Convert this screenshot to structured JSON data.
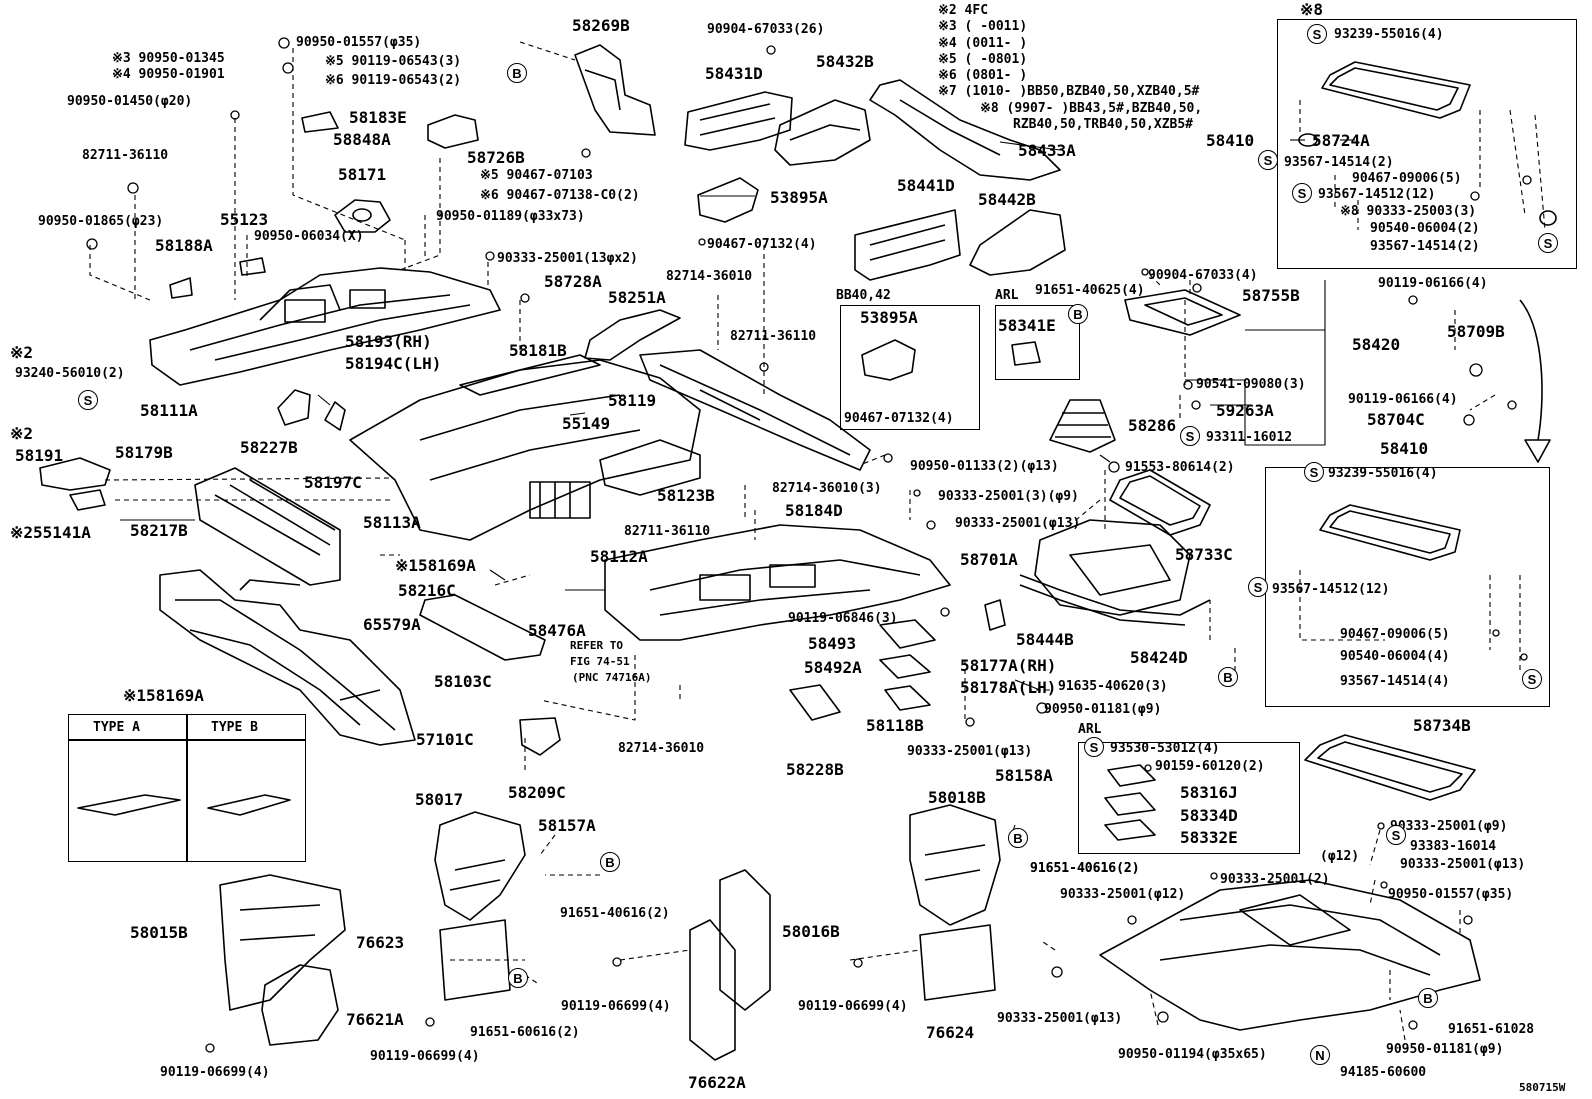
{
  "diagram_code": "580715W",
  "labels": [
    {
      "id": "l_58269B",
      "t": "58269B"
    },
    {
      "id": "l_90904_67033_26",
      "t": "90904-67033(26)"
    },
    {
      "id": "l_58431D",
      "t": "58431D"
    },
    {
      "id": "l_58432B",
      "t": "58432B"
    },
    {
      "id": "l_90950_01557a",
      "t": "90950-01557(φ35)"
    },
    {
      "id": "l_90950_01345",
      "t": "※3 90950-01345"
    },
    {
      "id": "l_90950_01901",
      "t": "※4 90950-01901"
    },
    {
      "id": "l_90119_06543_3",
      "t": "※5 90119-06543(3)"
    },
    {
      "id": "l_90119_06543_2",
      "t": "※6 90119-06543(2)"
    },
    {
      "id": "l_90950_01450",
      "t": "90950-01450(φ20)"
    },
    {
      "id": "l_58183E",
      "t": "58183E"
    },
    {
      "id": "l_58848A",
      "t": "58848A"
    },
    {
      "id": "l_58726B",
      "t": "58726B"
    },
    {
      "id": "l_82711_36110a",
      "t": "82711-36110"
    },
    {
      "id": "l_90467_07103",
      "t": "※5 90467-07103"
    },
    {
      "id": "l_90467_07138",
      "t": "※6 90467-07138-C0(2)"
    },
    {
      "id": "l_58171",
      "t": "58171"
    },
    {
      "id": "l_53895A",
      "t": "53895A"
    },
    {
      "id": "l_90950_01189",
      "t": "90950-01189(φ33x73)"
    },
    {
      "id": "l_90950_01865",
      "t": "90950-01865(φ23)"
    },
    {
      "id": "l_55123",
      "t": "55123"
    },
    {
      "id": "l_58188A",
      "t": "58188A"
    },
    {
      "id": "l_90950_06034",
      "t": "90950-06034(X)"
    },
    {
      "id": "l_90467_07132a",
      "t": "90467-07132(4)"
    },
    {
      "id": "l_90333_25001_13x2",
      "t": "90333-25001(13φx2)"
    },
    {
      "id": "l_58728A",
      "t": "58728A"
    },
    {
      "id": "l_58251A",
      "t": "58251A"
    },
    {
      "id": "l_82714_36010a",
      "t": "82714-36010"
    },
    {
      "id": "l_82711_36110b",
      "t": "82711-36110"
    },
    {
      "id": "l_58193",
      "t": "58193(RH)"
    },
    {
      "id": "l_58194C",
      "t": "58194C(LH)"
    },
    {
      "id": "l_58181B",
      "t": "58181B"
    },
    {
      "id": "l_93240",
      "t": "93240-56010(2)"
    },
    {
      "id": "l_x2a",
      "t": "※2"
    },
    {
      "id": "l_58111A",
      "t": "58111A"
    },
    {
      "id": "l_58119",
      "t": "58119"
    },
    {
      "id": "l_55149",
      "t": "55149"
    },
    {
      "id": "l_58227B",
      "t": "58227B"
    },
    {
      "id": "l_58179B",
      "t": "58179B"
    },
    {
      "id": "l_x2b",
      "t": "※2"
    },
    {
      "id": "l_58191",
      "t": "58191"
    },
    {
      "id": "l_58197C",
      "t": "58197C"
    },
    {
      "id": "l_58123B",
      "t": "58123B"
    },
    {
      "id": "l_90950_01133",
      "t": "90950-01133(2)(φ13)"
    },
    {
      "id": "l_82714_36010_3",
      "t": "82714-36010(3)"
    },
    {
      "id": "l_58184D",
      "t": "58184D"
    },
    {
      "id": "l_90333_25001_3",
      "t": "90333-25001(3)(φ9)"
    },
    {
      "id": "l_255141A",
      "t": "※255141A"
    },
    {
      "id": "l_58217B",
      "t": "58217B"
    },
    {
      "id": "l_58113A",
      "t": "58113A"
    },
    {
      "id": "l_82711_36110c",
      "t": "82711-36110"
    },
    {
      "id": "l_58112A",
      "t": "58112A"
    },
    {
      "id": "l_90333_25001_13a",
      "t": "90333-25001(φ13)"
    },
    {
      "id": "l_158169A",
      "t": "※158169A"
    },
    {
      "id": "l_58216C",
      "t": "58216C"
    },
    {
      "id": "l_58701A",
      "t": "58701A"
    },
    {
      "id": "l_65579A",
      "t": "65579A"
    },
    {
      "id": "l_58476A",
      "t": "58476A"
    },
    {
      "id": "l_90119_06846",
      "t": "90119-06846(3)"
    },
    {
      "id": "l_58444B",
      "t": "58444B"
    },
    {
      "id": "l_58493",
      "t": "58493"
    },
    {
      "id": "l_58177A",
      "t": "58177A(RH)"
    },
    {
      "id": "l_58178A",
      "t": "58178A(LH)"
    },
    {
      "id": "l_58103C",
      "t": "58103C"
    },
    {
      "id": "l_refer1",
      "t": "REFER TO"
    },
    {
      "id": "l_refer2",
      "t": "FIG 74-51"
    },
    {
      "id": "l_refer3",
      "t": "(PNC 74716A)"
    },
    {
      "id": "l_58492A",
      "t": "58492A"
    },
    {
      "id": "l_91635",
      "t": "91635-40620(3)"
    },
    {
      "id": "l_90950_01181a",
      "t": "90950-01181(φ9)"
    },
    {
      "id": "l_58424D",
      "t": "58424D"
    },
    {
      "id": "l_158169A_t",
      "t": "※158169A"
    },
    {
      "id": "l_57101C",
      "t": "57101C"
    },
    {
      "id": "l_58118B",
      "t": "58118B"
    },
    {
      "id": "l_82714_36010b",
      "t": "82714-36010"
    },
    {
      "id": "l_58209C",
      "t": "58209C"
    },
    {
      "id": "l_58228B",
      "t": "58228B"
    },
    {
      "id": "l_90333_25001_13b",
      "t": "90333-25001(φ13)"
    },
    {
      "id": "l_58017",
      "t": "58017"
    },
    {
      "id": "l_58157A",
      "t": "58157A"
    },
    {
      "id": "l_58018B",
      "t": "58018B"
    },
    {
      "id": "l_58158A",
      "t": "58158A"
    },
    {
      "id": "l_58015B",
      "t": "58015B"
    },
    {
      "id": "l_91651_40616a",
      "t": "91651-40616(2)"
    },
    {
      "id": "l_91651_40616b",
      "t": "91651-40616(2)"
    },
    {
      "id": "l_58016B",
      "t": "58016B"
    },
    {
      "id": "l_76623",
      "t": "76623"
    },
    {
      "id": "l_90119_06699a",
      "t": "90119-06699(4)"
    },
    {
      "id": "l_90119_06699b",
      "t": "90119-06699(4)"
    },
    {
      "id": "l_76621A",
      "t": "76621A"
    },
    {
      "id": "l_91651_60616",
      "t": "91651-60616(2)"
    },
    {
      "id": "l_90119_06699c",
      "t": "90119-06699(4)"
    },
    {
      "id": "l_90119_06699d",
      "t": "90119-06699(4)"
    },
    {
      "id": "l_76622A",
      "t": "76622A"
    },
    {
      "id": "l_76624",
      "t": "76624"
    },
    {
      "id": "l_90333_25001_13c",
      "t": "90333-25001(φ13)"
    },
    {
      "id": "l_90950_01194",
      "t": "90950-01194(φ35x65)"
    },
    {
      "id": "l_58441D",
      "t": "58441D"
    },
    {
      "id": "l_58442B",
      "t": "58442B"
    },
    {
      "id": "l_58433A",
      "t": "58433A"
    },
    {
      "id": "l_x2_4fc",
      "t": "※2 4FC"
    },
    {
      "id": "l_x3",
      "t": "※3 (     -0011)"
    },
    {
      "id": "l_x4",
      "t": "※4 (0011-     )"
    },
    {
      "id": "l_x5",
      "t": "※5 (     -0801)"
    },
    {
      "id": "l_x6",
      "t": "※6 (0801-     )"
    },
    {
      "id": "l_x7",
      "t": "※7 (1010-     )BB50,BZB40,50,XZB40,5#"
    },
    {
      "id": "l_x8a",
      "t": "※8 (9907-     )BB43,5#,BZB40,50,"
    },
    {
      "id": "l_x8b",
      "t": "RZB40,50,TRB40,50,XZB5#"
    },
    {
      "id": "l_x8_box",
      "t": "※8"
    },
    {
      "id": "l_93239_55016a",
      "t": "93239-55016(4)"
    },
    {
      "id": "l_58410a",
      "t": "58410"
    },
    {
      "id": "l_58724A",
      "t": "58724A"
    },
    {
      "id": "l_93567_14514a",
      "t": "93567-14514(2)"
    },
    {
      "id": "l_90467_09006a",
      "t": "90467-09006(5)"
    },
    {
      "id": "l_93567_14512a",
      "t": "93567-14512(12)"
    },
    {
      "id": "l_90333_25003",
      "t": "※8 90333-25003(3)"
    },
    {
      "id": "l_90540_06004a",
      "t": "90540-06004(2)"
    },
    {
      "id": "l_93567_14514b",
      "t": "93567-14514(2)"
    },
    {
      "id": "l_bb40",
      "t": "BB40,42"
    },
    {
      "id": "l_53895A_b",
      "t": "53895A"
    },
    {
      "id": "l_90467_07132b",
      "t": "90467-07132(4)"
    },
    {
      "id": "l_arl1",
      "t": "ARL"
    },
    {
      "id": "l_58341E",
      "t": "58341E"
    },
    {
      "id": "l_91651_40625",
      "t": "91651-40625(4)"
    },
    {
      "id": "l_90904_67033_4",
      "t": "90904-67033(4)"
    },
    {
      "id": "l_58755B",
      "t": "58755B"
    },
    {
      "id": "l_90119_06166a",
      "t": "90119-06166(4)"
    },
    {
      "id": "l_58420",
      "t": "58420"
    },
    {
      "id": "l_58709B",
      "t": "58709B"
    },
    {
      "id": "l_90541",
      "t": "90541-09080(3)"
    },
    {
      "id": "l_90119_06166b",
      "t": "90119-06166(4)"
    },
    {
      "id": "l_59263A",
      "t": "59263A"
    },
    {
      "id": "l_58704C",
      "t": "58704C"
    },
    {
      "id": "l_58286",
      "t": "58286"
    },
    {
      "id": "l_93311",
      "t": "93311-16012"
    },
    {
      "id": "l_58410b",
      "t": "58410"
    },
    {
      "id": "l_91553",
      "t": "91553-80614(2)"
    },
    {
      "id": "l_93239_55016b",
      "t": "93239-55016(4)"
    },
    {
      "id": "l_58733C",
      "t": "58733C"
    },
    {
      "id": "l_93567_14512b",
      "t": "93567-14512(12)"
    },
    {
      "id": "l_90467_09006b",
      "t": "90467-09006(5)"
    },
    {
      "id": "l_90540_06004b",
      "t": "90540-06004(4)"
    },
    {
      "id": "l_93567_14514c",
      "t": "93567-14514(4)"
    },
    {
      "id": "l_58734B",
      "t": "58734B"
    },
    {
      "id": "l_arl2",
      "t": "ARL"
    },
    {
      "id": "l_93530",
      "t": "93530-53012(4)"
    },
    {
      "id": "l_90159",
      "t": "90159-60120(2)"
    },
    {
      "id": "l_58316J",
      "t": "58316J"
    },
    {
      "id": "l_58334D",
      "t": "58334D"
    },
    {
      "id": "l_58332E",
      "t": "58332E"
    },
    {
      "id": "l_90333_25001_9",
      "t": "90333-25001(φ9)"
    },
    {
      "id": "l_93383",
      "t": "93383-16014"
    },
    {
      "id": "l_phi12",
      "t": "(φ12)"
    },
    {
      "id": "l_90333_25001_13d",
      "t": "90333-25001(φ13)"
    },
    {
      "id": "l_91651_40616c",
      "t": "91651-40616(2)"
    },
    {
      "id": "l_90333_25001_2",
      "t": "90333-25001(2)"
    },
    {
      "id": "l_90333_25001_12",
      "t": "90333-25001(φ12)"
    },
    {
      "id": "l_90950_01557b",
      "t": "90950-01557(φ35)"
    },
    {
      "id": "l_91651_61028",
      "t": "91651-61028"
    },
    {
      "id": "l_90950_01181b",
      "t": "90950-01181(φ9)"
    },
    {
      "id": "l_94185",
      "t": "94185-60600"
    }
  ],
  "type_box": {
    "type_a": "TYPE A",
    "type_b": "TYPE B"
  },
  "symbols": {
    "s": "S",
    "b": "B",
    "n": "N"
  }
}
